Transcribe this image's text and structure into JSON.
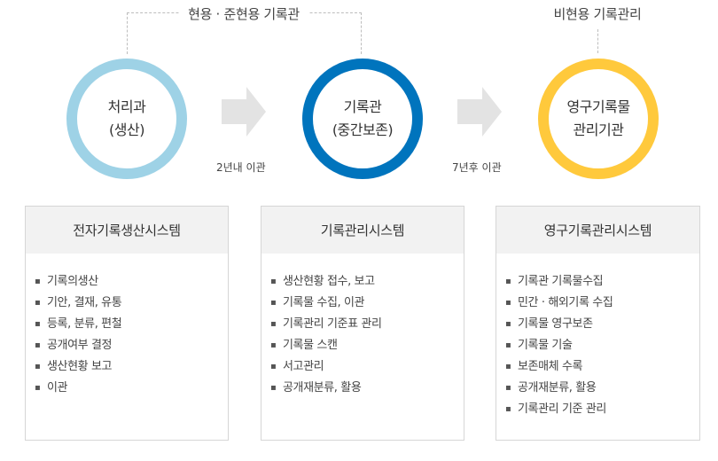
{
  "top_labels": {
    "active": "현용 · 준현용 기록관",
    "inactive": "비현용 기록관리"
  },
  "stages": [
    {
      "line1": "처리과",
      "line2": "(생산)",
      "color": "#9ed2e6"
    },
    {
      "line1": "기록관",
      "line2": "(중간보존)",
      "color": "#0074bd"
    },
    {
      "line1": "영구기록물",
      "line2": "관리기관",
      "color": "#ffc93c"
    }
  ],
  "transfers": [
    {
      "label": "2년내 이관"
    },
    {
      "label": "7년후 이관"
    }
  ],
  "systems": [
    {
      "title": "전자기록생산시스템",
      "items": [
        "기록의생산",
        "기안, 결재, 유통",
        "등록, 분류, 편철",
        "공개여부 결정",
        "생산현황 보고",
        "이관"
      ]
    },
    {
      "title": "기록관리시스템",
      "items": [
        "생산현황 접수, 보고",
        "기록물 수집, 이관",
        "기록관리 기준표 관리",
        "기록물 스캔",
        "서고관리",
        "공개재분류, 활용"
      ]
    },
    {
      "title": "영구기록관리시스템",
      "items": [
        "기록관 기록물수집",
        "민간 · 해외기록 수집",
        "기록물 영구보존",
        "기록물 기술",
        "보존매체 수록",
        "공개재분류, 활용",
        "기록관리 기준 관리"
      ]
    }
  ],
  "bullet_glyph": "▪"
}
